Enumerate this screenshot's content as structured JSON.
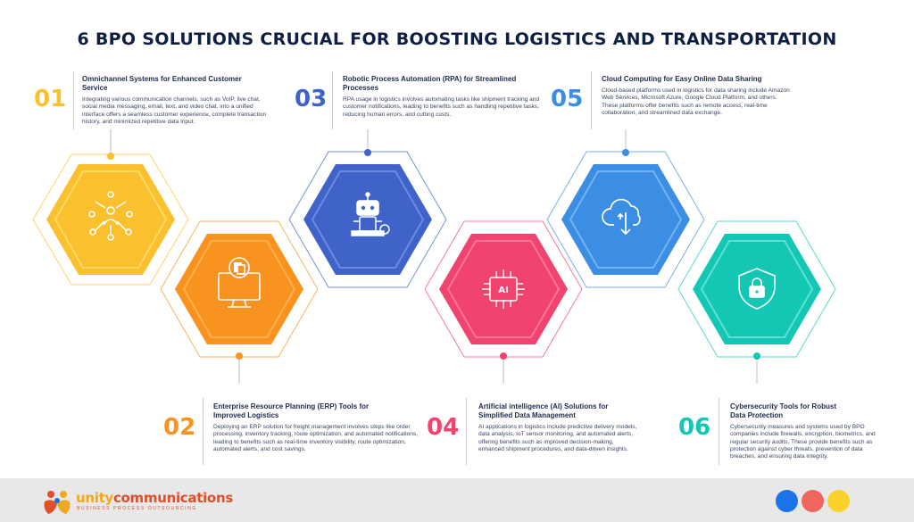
{
  "title": "6 BPO SOLUTIONS CRUCIAL FOR BOOSTING LOGISTICS AND TRANSPORTATION",
  "colors": {
    "s1": "#fbc02d",
    "s2": "#f7931e",
    "s3": "#3f63c8",
    "s4": "#f0436f",
    "s5": "#3b8ee3",
    "s6": "#14c7b5"
  },
  "solutions": [
    {
      "number": "01",
      "heading": "Omnichannel Systems for Enhanced Customer Service",
      "text": "Integrating various communication channels, such as VoIP, live chat, social media messaging, email, text, and video chat, into a unified interface offers a seamless customer experience, complete transaction history, and minimized repetitive data input.",
      "icon": "network-people-icon"
    },
    {
      "number": "02",
      "heading": "Enterprise Resource Planning (ERP) Tools for Improved Logistics",
      "text": "Deploying an ERP solution for freight management involves steps like order processing, inventory tracking, route optimization, and automated notifications, leading to benefits such as real-time inventory visibility, route optimization, automated alerts, and cost savings.",
      "icon": "monitor-documents-icon"
    },
    {
      "number": "03",
      "heading": "Robotic Process Automation (RPA) for Streamlined Processes",
      "text": "RPA usage in logistics involves automating tasks like shipment tracking and customer notifications, leading to benefits such as handling repetitive tasks, reducing human errors, and cutting costs.",
      "icon": "robot-icon"
    },
    {
      "number": "04",
      "heading": "Artificial intelligence (AI) Solutions for Simplified Data Management",
      "text": "AI applications in logistics include predictive delivery models, data analysis, IoT sensor monitoring, and automated alerts, offering benefits such as improved decision-making, enhanced shipment procedures, and data-driven insights.",
      "icon": "ai-chip-icon",
      "icon_label": "AI"
    },
    {
      "number": "05",
      "heading": "Cloud Computing for Easy Online Data Sharing",
      "text": "Cloud-based platforms used in logistics for data sharing include Amazon Web Services, Microsoft Azure, Google Cloud Platform, and others. These platforms offer benefits such as remote access, real-time collaboration, and streamlined data exchange.",
      "icon": "cloud-transfer-icon"
    },
    {
      "number": "06",
      "heading": "Cybersecurity Tools for Robust Data Protection",
      "text": "Cybersecurity measures and systems used by BPO companies include firewalls, encryption, biometrics, and regular security audits. These provide benefits such as protection against cyber threats, prevention of data breaches, and ensuring data integrity.",
      "icon": "shield-lock-icon"
    }
  ],
  "footer": {
    "brand_prefix": "unity",
    "brand_suffix": "communications",
    "tagline": "BUSINESS PROCESS OUTSOURCING",
    "dots": [
      "#1a73e8",
      "#f0655d",
      "#fbd22c"
    ]
  }
}
